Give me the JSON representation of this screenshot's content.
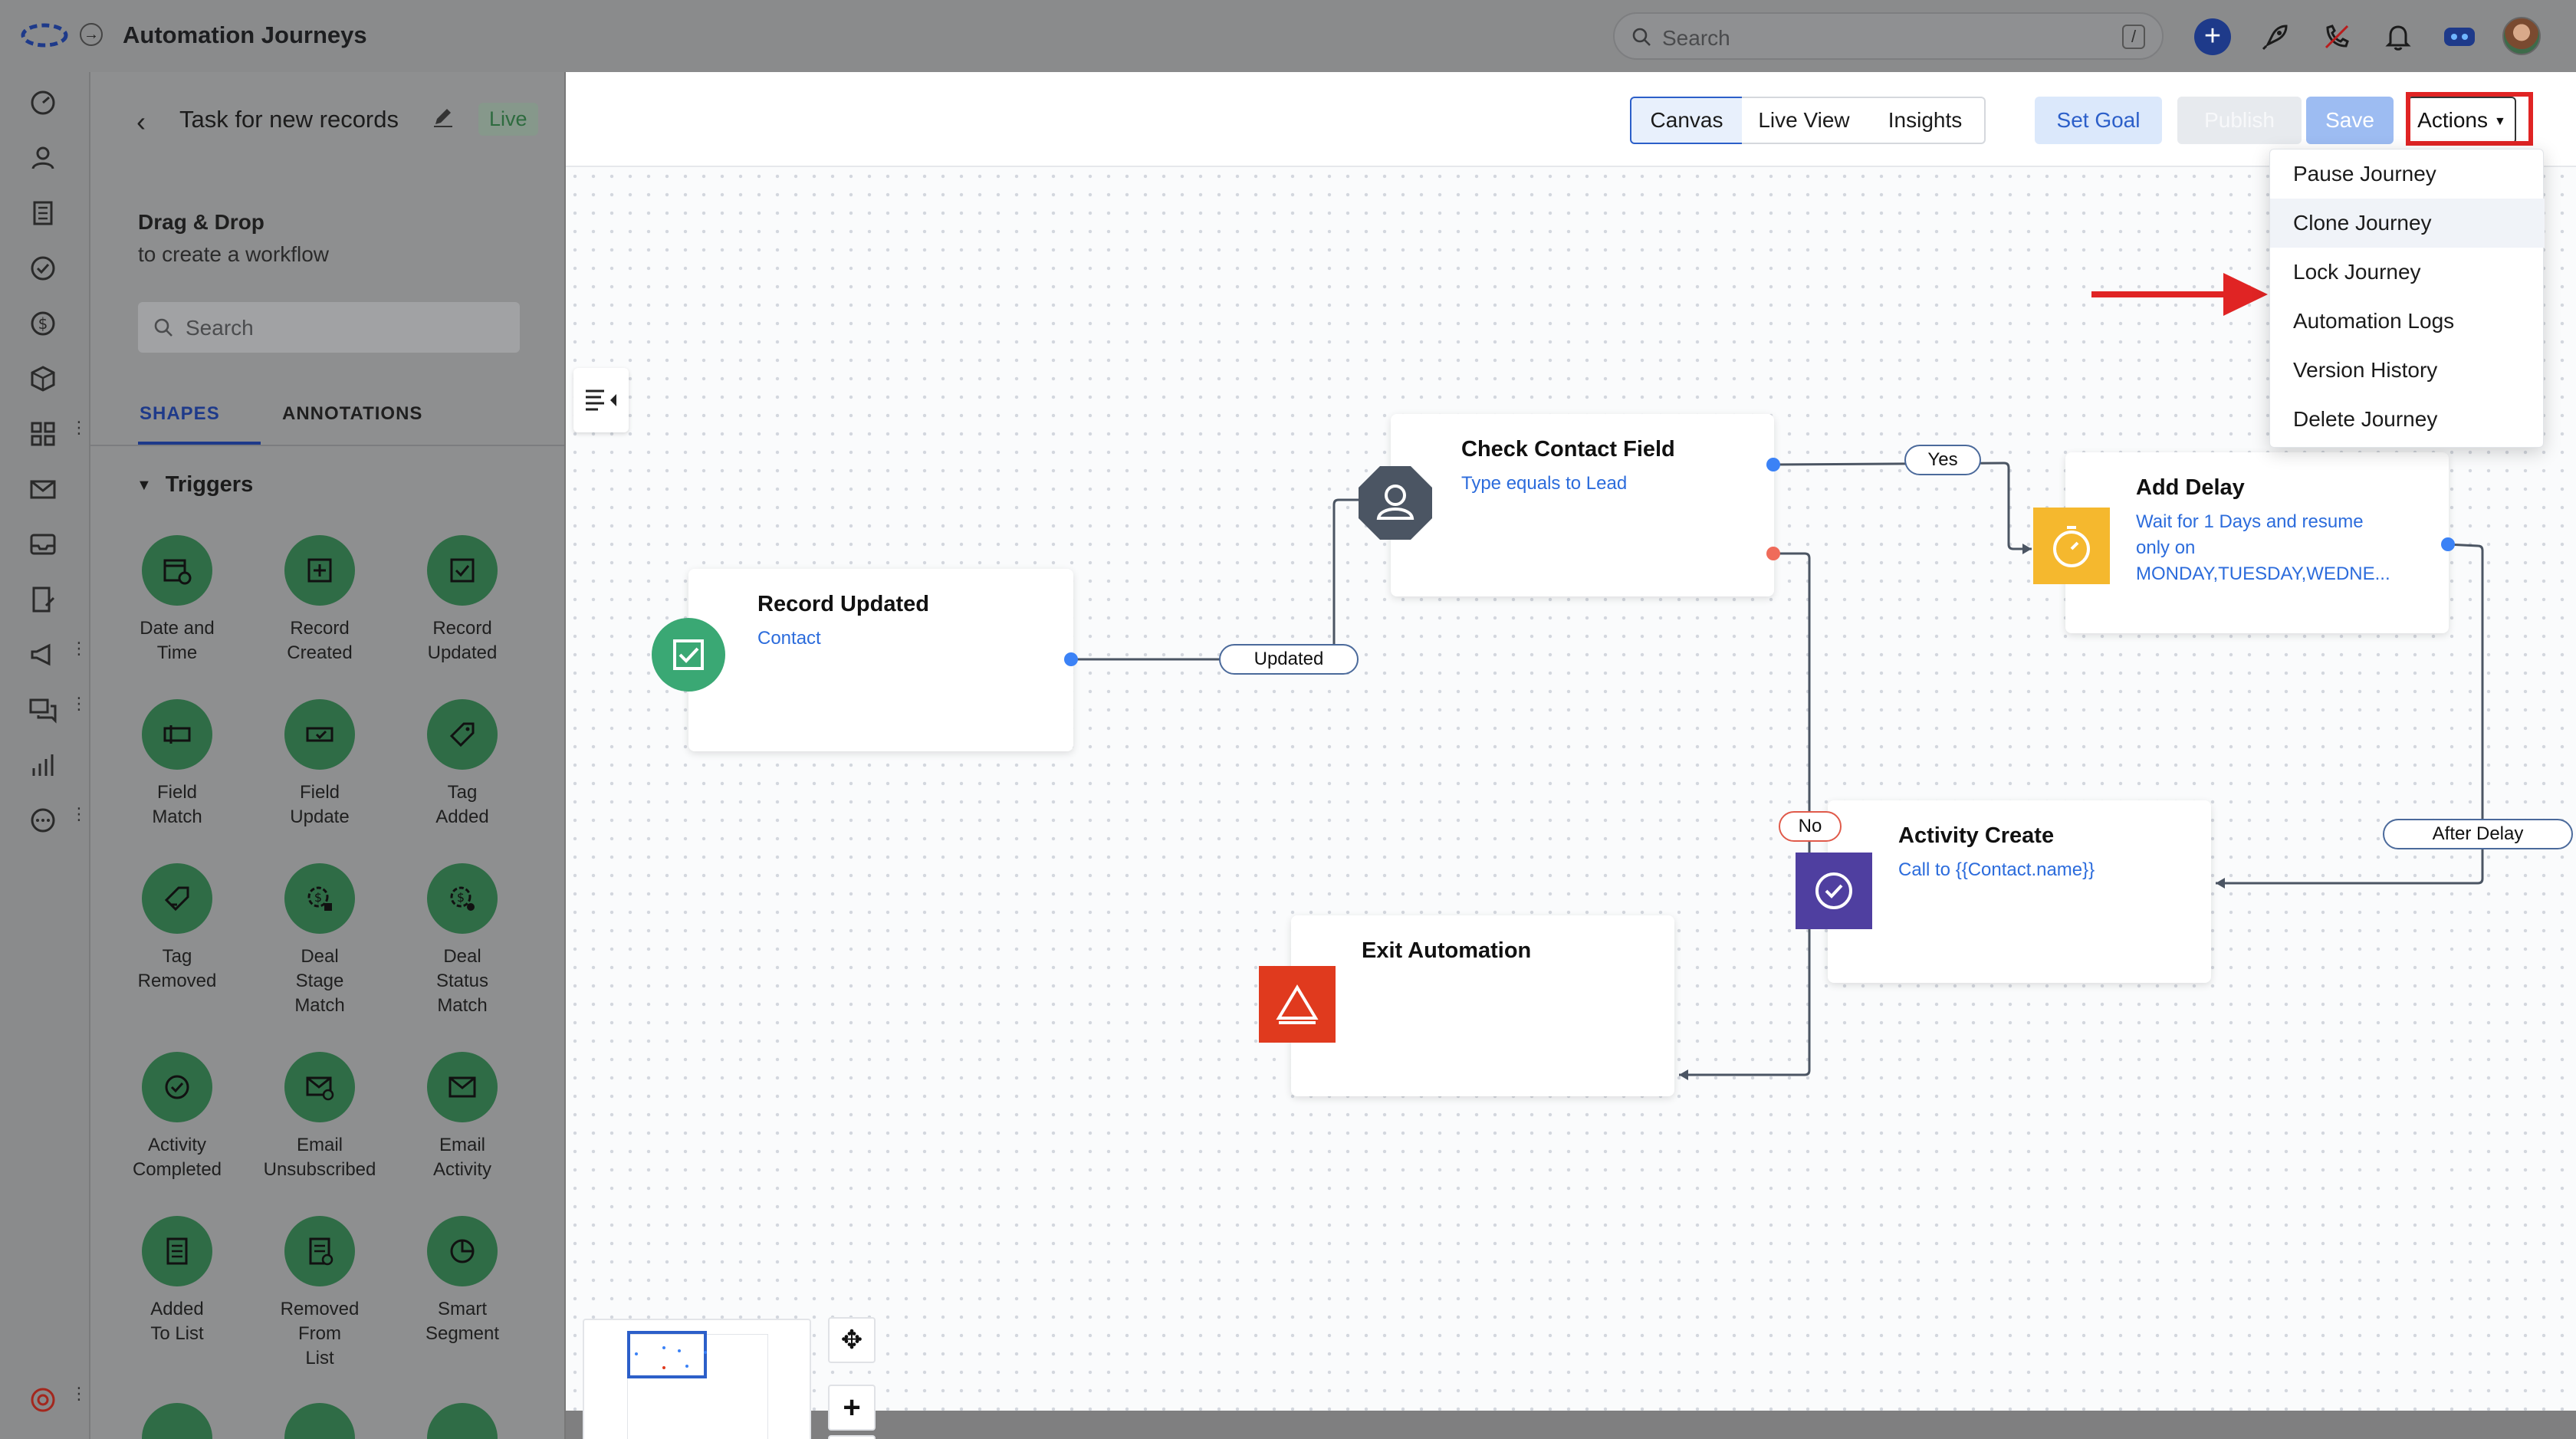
{
  "app": {
    "title": "Automation Journeys"
  },
  "search": {
    "placeholder": "Search",
    "shortcut": "/"
  },
  "topbar_icons": [
    "plus-icon",
    "rocket-icon",
    "phone-off-icon",
    "bell-icon",
    "ai-assistant-icon",
    "avatar"
  ],
  "rail": {
    "items": [
      "dashboard-icon",
      "contacts-icon",
      "accounts-icon",
      "tasks-icon",
      "deals-icon",
      "products-icon",
      "apps-icon",
      "email-icon",
      "inbox-icon",
      "forms-icon",
      "campaigns-icon",
      "chat-icon",
      "reports-icon",
      "more-icon",
      "help-icon"
    ]
  },
  "panel": {
    "task_title": "Task for new records",
    "status": "Live",
    "dragdrop_title": "Drag & Drop",
    "dragdrop_sub": "to create a workflow",
    "search_placeholder": "Search",
    "tabs": {
      "shapes": "SHAPES",
      "annotations": "ANNOTATIONS"
    },
    "section": "Triggers",
    "shapes": [
      {
        "label": "Date and\nTime",
        "icon": "calendar-clock-icon"
      },
      {
        "label": "Record\nCreated",
        "icon": "plus-square-icon"
      },
      {
        "label": "Record\nUpdated",
        "icon": "check-square-icon"
      },
      {
        "label": "Field\nMatch",
        "icon": "field-icon"
      },
      {
        "label": "Field\nUpdate",
        "icon": "field-check-icon"
      },
      {
        "label": "Tag\nAdded",
        "icon": "tag-icon"
      },
      {
        "label": "Tag\nRemoved",
        "icon": "tag-minus-icon"
      },
      {
        "label": "Deal\nStage\nMatch",
        "icon": "deal-stage-icon"
      },
      {
        "label": "Deal\nStatus\nMatch",
        "icon": "deal-status-icon"
      },
      {
        "label": "Activity\nCompleted",
        "icon": "check-circle-icon"
      },
      {
        "label": "Email\nUnsubscribed",
        "icon": "email-minus-icon"
      },
      {
        "label": "Email\nActivity",
        "icon": "email-icon"
      },
      {
        "label": "Added\nTo List",
        "icon": "list-icon"
      },
      {
        "label": "Removed\nFrom\nList",
        "icon": "list-minus-icon"
      },
      {
        "label": "Smart\nSegment",
        "icon": "segment-icon"
      }
    ]
  },
  "header": {
    "views": [
      "Canvas",
      "Live View",
      "Insights"
    ],
    "active_view": "Canvas",
    "set_goal": "Set Goal",
    "publish": "Publish",
    "save": "Save",
    "actions": "Actions"
  },
  "actions_menu": {
    "items": [
      "Pause Journey",
      "Clone Journey",
      "Lock Journey",
      "Automation Logs",
      "Version History",
      "Delete Journey"
    ],
    "highlighted": "Clone Journey"
  },
  "nodes": {
    "record_updated": {
      "title": "Record Updated",
      "desc": "Contact"
    },
    "check_contact": {
      "title": "Check Contact Field",
      "desc": "Type equals to Lead"
    },
    "add_delay": {
      "title": "Add Delay",
      "desc1": "Wait for 1 Days and resume",
      "desc2": "only on",
      "desc3": "MONDAY,TUESDAY,WEDNE..."
    },
    "activity_create": {
      "title": "Activity Create",
      "desc": "Call to {{Contact.name}}"
    },
    "exit": {
      "title": "Exit Automation"
    }
  },
  "edges": {
    "updated": "Updated",
    "yes": "Yes",
    "no": "No",
    "after_delay": "After Delay"
  },
  "colors": {
    "accent": "#2c5fc9",
    "trigger_green": "#2f6c46",
    "node_green": "#3aa874",
    "decision_slate": "#4b5563",
    "delay_yellow": "#f5b82e",
    "activity_purple": "#4f3fa0",
    "exit_red": "#e03a1e",
    "highlight_red": "#e02424"
  }
}
